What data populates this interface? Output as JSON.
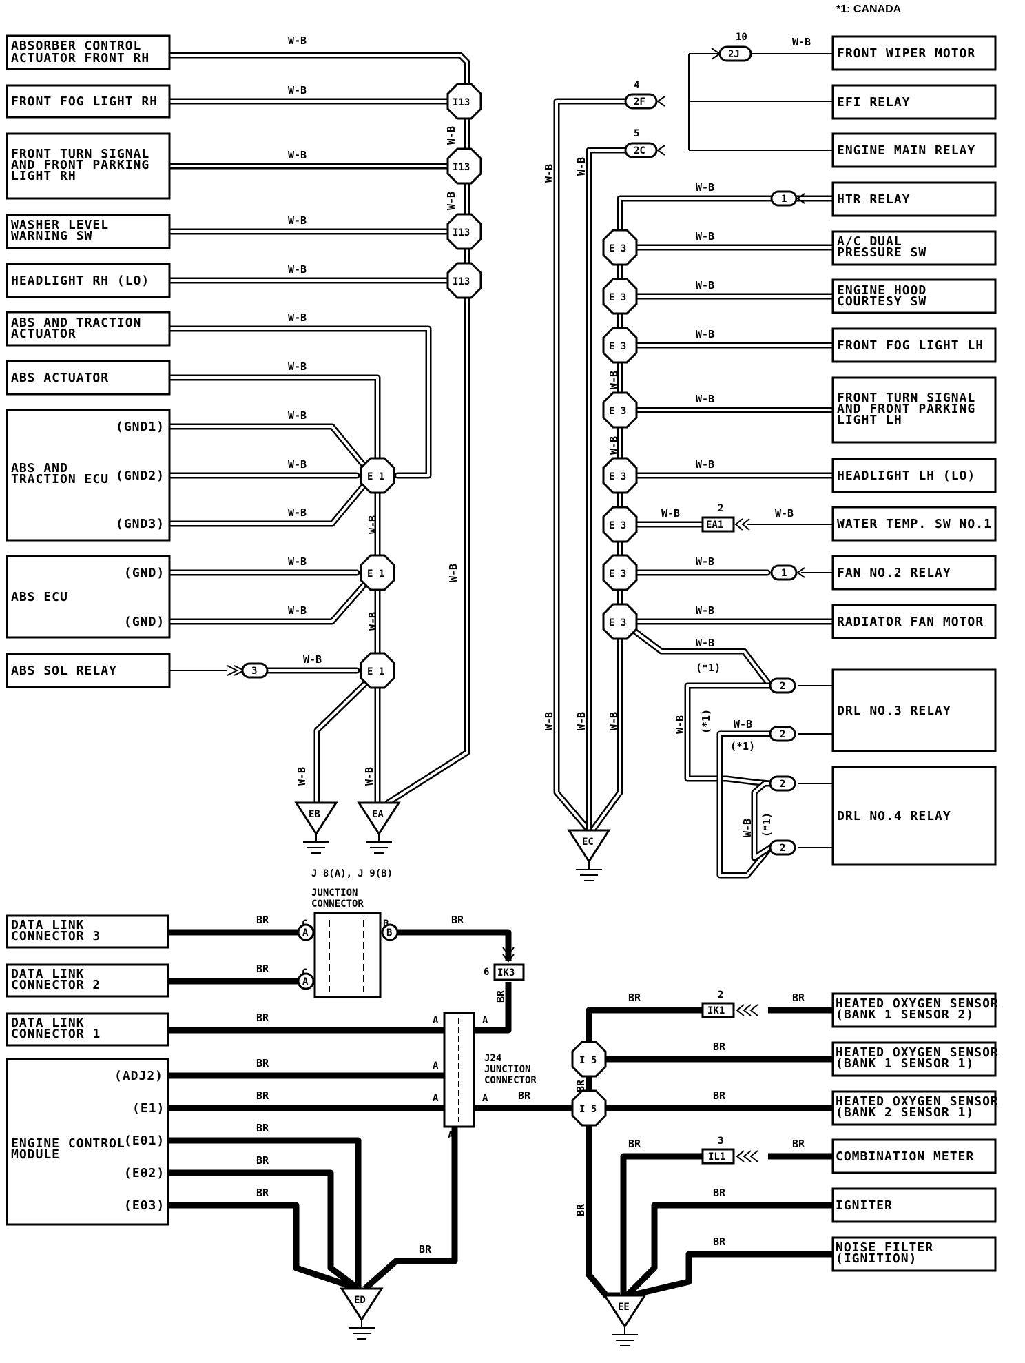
{
  "note": "*1: CANADA",
  "wire_colors": {
    "wb": "W-B",
    "br": "BR"
  },
  "notes": {
    "canada": "(*1)"
  },
  "left_components": {
    "absorber": [
      "ABSORBER CONTROL",
      "ACTUATOR FRONT RH"
    ],
    "fog_rh": "FRONT FOG LIGHT RH",
    "turn_rh": [
      "FRONT TURN SIGNAL",
      "AND FRONT PARKING",
      "LIGHT RH"
    ],
    "washer": [
      "WASHER LEVEL",
      "WARNING SW"
    ],
    "headlight_rh": "HEADLIGHT RH (LO)",
    "abs_traction_act": [
      "ABS AND TRACTION",
      "ACTUATOR"
    ],
    "abs_act": "ABS ACTUATOR",
    "abs_traction_ecu": [
      "ABS AND",
      "TRACTION ECU"
    ],
    "abs_ecu": "ABS ECU",
    "abs_sol": "ABS SOL RELAY"
  },
  "pins": {
    "gnd1": "(GND1)",
    "gnd2": "(GND2)",
    "gnd3": "(GND3)",
    "gnd": "(GND)",
    "adj2": "(ADJ2)",
    "e1": "(E1)",
    "e01": "(E01)",
    "e02": "(E02)",
    "e03": "(E03)"
  },
  "right_components": {
    "wiper": "FRONT WIPER MOTOR",
    "efi": "EFI RELAY",
    "engine_main": "ENGINE MAIN RELAY",
    "htr": "HTR RELAY",
    "ac_dual": [
      "A/C DUAL",
      "PRESSURE SW"
    ],
    "hood": [
      "ENGINE HOOD",
      "COURTESY SW"
    ],
    "fog_lh": "FRONT FOG LIGHT LH",
    "turn_lh": [
      "FRONT TURN SIGNAL",
      "AND FRONT PARKING",
      "LIGHT LH"
    ],
    "headlight_lh": "HEADLIGHT LH (LO)",
    "water_temp": "WATER TEMP. SW NO.1",
    "fan2": "FAN NO.2 RELAY",
    "radiator": "RADIATOR FAN MOTOR",
    "drl3": "DRL NO.3 RELAY",
    "drl4": "DRL NO.4 RELAY"
  },
  "bottom_components": {
    "dlc3": [
      "DATA LINK",
      "CONNECTOR 3"
    ],
    "dlc2": [
      "DATA LINK",
      "CONNECTOR 2"
    ],
    "dlc1": [
      "DATA LINK",
      "CONNECTOR 1"
    ],
    "ecm": [
      "ENGINE CONTROL",
      "MODULE"
    ],
    "ho2_b1s2": [
      "HEATED OXYGEN SENSOR",
      "(BANK 1 SENSOR 2)"
    ],
    "ho2_b1s1": [
      "HEATED OXYGEN SENSOR",
      "(BANK 1 SENSOR 1)"
    ],
    "ho2_b2s1": [
      "HEATED OXYGEN SENSOR",
      "(BANK 2 SENSOR 1)"
    ],
    "combo": "COMBINATION METER",
    "igniter": "IGNITER",
    "noise": [
      "NOISE FILTER",
      "(IGNITION)"
    ]
  },
  "junctions": {
    "j8j9": "J 8(A), J 9(B)",
    "jc_title": [
      "JUNCTION",
      "CONNECTOR"
    ],
    "j24": [
      "J24",
      "JUNCTION",
      "CONNECTOR"
    ]
  },
  "connectors": {
    "i13": "I13",
    "e1": "E 1",
    "e3": "E 3",
    "i5": "I 5",
    "c2j": "2J",
    "c2f": "2F",
    "c2c": "2C",
    "c1": "1",
    "c2": "2",
    "c3": "3",
    "ea1": "EA1",
    "ik1": "IK1",
    "il1": "IL1",
    "ik3": "IK3",
    "pA": "A",
    "pB": "B",
    "pC": "C"
  },
  "pin_numbers": {
    "n10": "10",
    "n4": "4",
    "n5": "5",
    "n2": "2",
    "n3": "3",
    "n6": "6"
  },
  "grounds": {
    "eb": "EB",
    "ea": "EA",
    "ec": "EC",
    "ed": "ED",
    "ee": "EE"
  }
}
